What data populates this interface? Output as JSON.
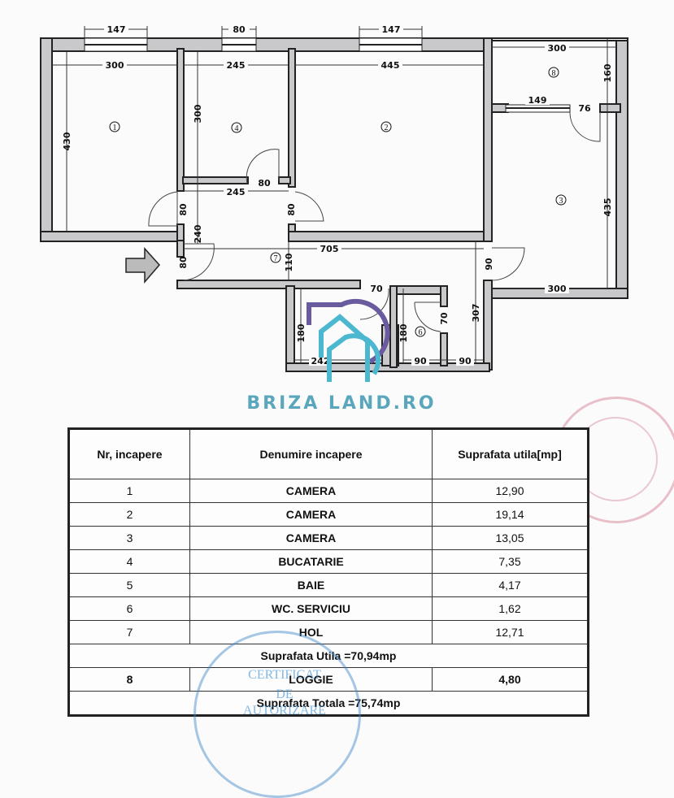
{
  "plan": {
    "dimensions": {
      "win1": "147",
      "win4": "80",
      "win2": "147",
      "r1_width": "300",
      "r1_height": "430",
      "r4_width": "245",
      "r4_height": "300",
      "r4_bottom": "245",
      "r4_door": "80",
      "r2_width": "445",
      "r8_width": "300",
      "r8_height": "160",
      "r3_window": "149",
      "r3_door": "76",
      "r3_height": "435",
      "r3_width": "300",
      "r3_entry": "90",
      "r1_door": "80",
      "r2_door": "80",
      "hall_height": "240",
      "hall_width": "705",
      "hall_mid": "110",
      "entry_door": "80",
      "bath_door": "70",
      "bath_height": "180",
      "bath_width": "242",
      "wc_height": "180",
      "wc_door": "70",
      "wc_width": "90",
      "corr_width": "90",
      "corr_height": "307"
    },
    "rooms": {
      "r1": "1",
      "r2": "2",
      "r3": "3",
      "r4": "4",
      "r6": "6",
      "r7": "7",
      "r8": "8"
    }
  },
  "brand": {
    "name": "BRIZA LAND.RO",
    "colors": {
      "purple": "#6a5a9e",
      "teal": "#4bb8cf"
    }
  },
  "table": {
    "headers": [
      "Nr, incapere",
      "Denumire incapere",
      "Suprafata utila[mp]"
    ],
    "rows": [
      {
        "nr": "1",
        "name": "CAMERA",
        "area": "12,90"
      },
      {
        "nr": "2",
        "name": "CAMERA",
        "area": "19,14"
      },
      {
        "nr": "3",
        "name": "CAMERA",
        "area": "13,05"
      },
      {
        "nr": "4",
        "name": "BUCATARIE",
        "area": "7,35"
      },
      {
        "nr": "5",
        "name": "BAIE",
        "area": "4,17"
      },
      {
        "nr": "6",
        "name": "WC. SERVICIU",
        "area": "1,62"
      },
      {
        "nr": "7",
        "name": "HOL",
        "area": "12,71"
      }
    ],
    "subtotal": "Suprafata Utila =70,94mp",
    "loggia": {
      "nr": "8",
      "name": "LOGGIE",
      "area": "4,80"
    },
    "total": "Suprafata Totala =75,74mp"
  },
  "stamps": {
    "blue_line1": "CERTIFICAT",
    "blue_line2": "DE",
    "blue_line3": "AUTORIZARE"
  }
}
